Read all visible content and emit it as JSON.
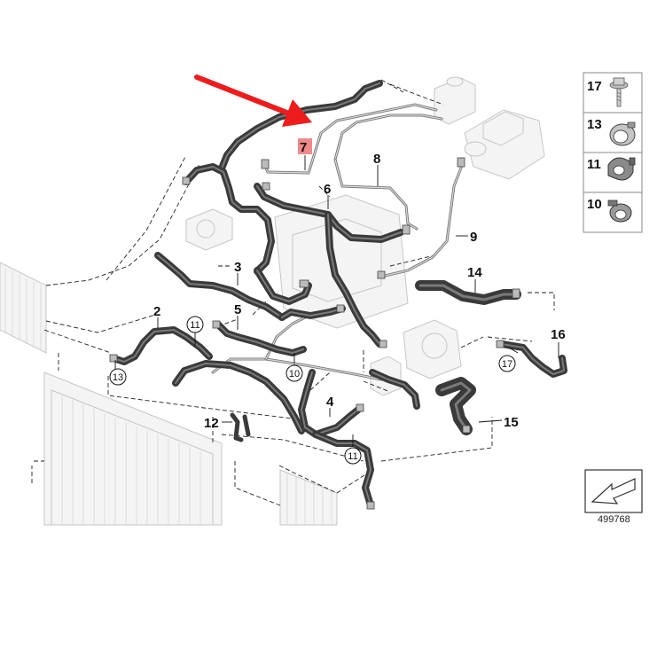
{
  "callouts": {
    "p2": "2",
    "p3": "3",
    "p4": "4",
    "p5": "5",
    "p6": "6",
    "p7": "7",
    "p8": "8",
    "p9": "9",
    "p12": "12",
    "p14": "14",
    "p15": "15",
    "p16": "16"
  },
  "circled_refs": {
    "c11a": "11",
    "c11b": "11",
    "c13": "13",
    "c10": "10",
    "c17": "17"
  },
  "legend": [
    {
      "number": "17",
      "icon": "bolt-icon"
    },
    {
      "number": "13",
      "icon": "hose-clamp-icon"
    },
    {
      "number": "11",
      "icon": "spring-clip-icon"
    },
    {
      "number": "10",
      "icon": "band-clamp-icon"
    }
  ],
  "document_number": "499768",
  "colors": {
    "arrow": "#ee1c1c",
    "highlight": "#f08a8a",
    "hose": "#3a3a3a",
    "pipe": "#777777"
  }
}
